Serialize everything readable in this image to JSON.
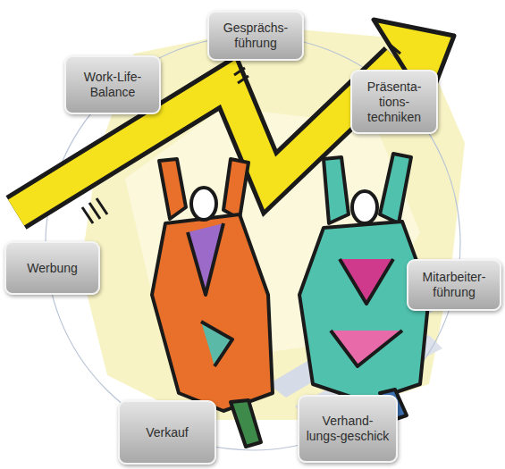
{
  "diagram": {
    "nodes": [
      {
        "text": [
          "Gesprächs- führung"
        ]
      },
      {
        "text": [
          "Präsenta- tions- techniken"
        ]
      },
      {
        "text": [
          "Mitarbeiter- führung"
        ]
      },
      {
        "text": [
          "Verhand- lungs-geschick"
        ]
      },
      {
        "text": [
          "Verkauf"
        ]
      },
      {
        "text": [
          "Werbung"
        ]
      },
      {
        "text": [
          "Work-Life- Balance"
        ]
      }
    ]
  }
}
